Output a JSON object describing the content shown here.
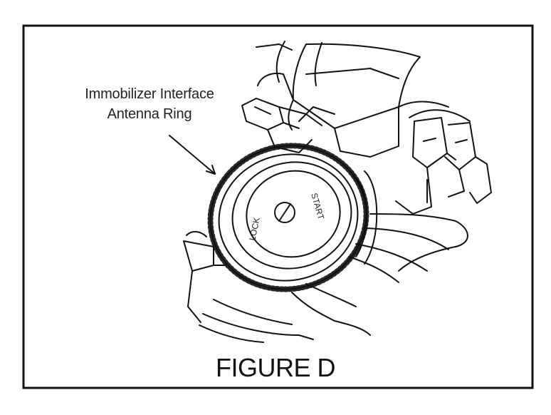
{
  "callout": {
    "line1": "Immobilizer Interface",
    "line2": "Antenna Ring"
  },
  "dial": {
    "lock_label": "LOCK",
    "start_label": "START"
  },
  "caption": "FIGURE D",
  "colors": {
    "ink": "#111111",
    "frame": "#111111",
    "paper": "#ffffff"
  },
  "icons": {
    "pointer": "arrow-icon",
    "key_slot": "key-slot-icon"
  }
}
